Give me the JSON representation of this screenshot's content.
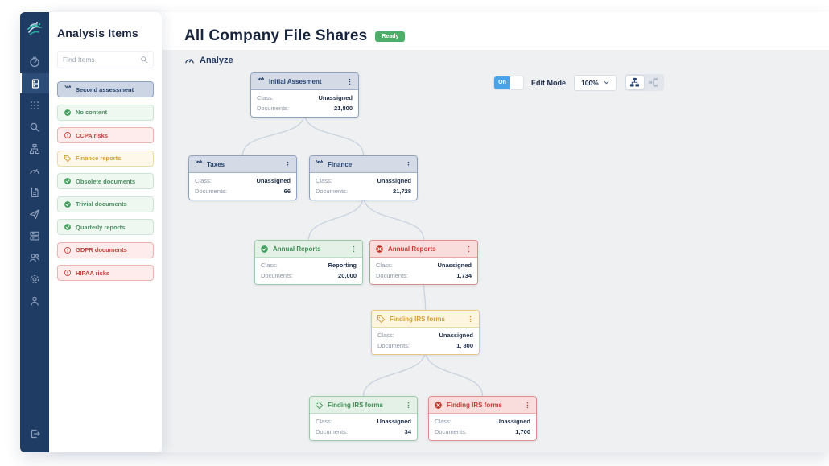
{
  "sidebar": {
    "title": "Analysis Items",
    "search_placeholder": "Find Items",
    "search_icon": "search-icon",
    "items": [
      {
        "label": "Second assessment",
        "type": "assessment",
        "icon": "flask-icon",
        "selected": true
      },
      {
        "label": "No content",
        "type": "success",
        "icon": "check-circle-icon",
        "selected": false
      },
      {
        "label": "CCPA risks",
        "type": "error",
        "icon": "error-circle-icon",
        "selected": false
      },
      {
        "label": "Finance reports",
        "type": "warning",
        "icon": "tag-icon",
        "selected": false
      },
      {
        "label": "Obsolete documents",
        "type": "success",
        "icon": "check-circle-icon",
        "selected": false
      },
      {
        "label": "Trivial documents",
        "type": "success",
        "icon": "check-circle-icon",
        "selected": false
      },
      {
        "label": "Quarterly reports",
        "type": "success",
        "icon": "check-circle-icon",
        "selected": false
      },
      {
        "label": "GDPR documents",
        "type": "error",
        "icon": "error-circle-icon",
        "selected": false
      },
      {
        "label": "HIPAA risks",
        "type": "error",
        "icon": "error-circle-icon",
        "selected": false
      }
    ]
  },
  "rail": {
    "icons": [
      "dashboard-gauge-icon",
      "server-icon",
      "grid-icon",
      "search-icon",
      "sitemap-icon",
      "gauge-icon",
      "file-icon",
      "rocket-icon",
      "cards-icon",
      "users-icon",
      "gear-icon",
      "person-icon",
      "logout-icon"
    ],
    "selected_icon": "server-icon"
  },
  "header": {
    "title": "All Company File Shares",
    "status_badge": "Ready"
  },
  "toolbar": {
    "section_label": "Analyze",
    "toggle_label": "On",
    "edit_mode_label": "Edit Mode",
    "zoom_value": "100%",
    "layout_vertical_icon": "vertical-layout-icon",
    "layout_horizontal_icon": "horizontal-layout-icon"
  },
  "graph": {
    "labels": {
      "class": "Class:",
      "documents": "Documents:"
    },
    "nodes": [
      {
        "title": "Initial Assesment",
        "icon": "flask-icon",
        "status": "default",
        "class_value": "Unassigned",
        "documents_value": "21,800"
      },
      {
        "title": "Taxes",
        "icon": "flask-icon",
        "status": "default",
        "class_value": "Unassigned",
        "documents_value": "66"
      },
      {
        "title": "Finance",
        "icon": "flask-icon",
        "status": "default",
        "class_value": "Unassigned",
        "documents_value": "21,728"
      },
      {
        "title": "Annual Reports",
        "icon": "check-circle-icon",
        "status": "success",
        "class_value": "Reporting",
        "documents_value": "20,000"
      },
      {
        "title": "Annual Reports",
        "icon": "x-circle-icon",
        "status": "error",
        "class_value": "Unassigned",
        "documents_value": "1,734"
      },
      {
        "title": "Finding IRS forms",
        "icon": "tag-icon",
        "status": "warning",
        "class_value": "Unassigned",
        "documents_value": "1, 800"
      },
      {
        "title": "Finding IRS forms",
        "icon": "tag-icon",
        "status": "success",
        "class_value": "Unassigned",
        "documents_value": "34"
      },
      {
        "title": "Finding IRS forms",
        "icon": "x-circle-icon",
        "status": "error",
        "class_value": "Unassigned",
        "documents_value": "1,700"
      }
    ],
    "edges": [
      [
        "Initial Assesment",
        "Taxes"
      ],
      [
        "Initial Assesment",
        "Finance"
      ],
      [
        "Finance",
        "Annual Reports (success)"
      ],
      [
        "Finance",
        "Annual Reports (error)"
      ],
      [
        "Annual Reports (error)",
        "Finding IRS forms (warning)"
      ],
      [
        "Finding IRS forms (warning)",
        "Finding IRS forms (success)"
      ],
      [
        "Finding IRS forms (warning)",
        "Finding IRS forms (error)"
      ]
    ]
  },
  "colors": {
    "rail_bg": "#1e3c64",
    "canvas_bg": "#eef0f2",
    "accent_blue": "#24426e",
    "accent_green": "#3f9d5a",
    "accent_red": "#c0392b",
    "accent_yellow": "#d3a136",
    "ready_badge": "#4cae68",
    "toggle_on": "#4aa3e8",
    "connector": "#c9d2df"
  }
}
